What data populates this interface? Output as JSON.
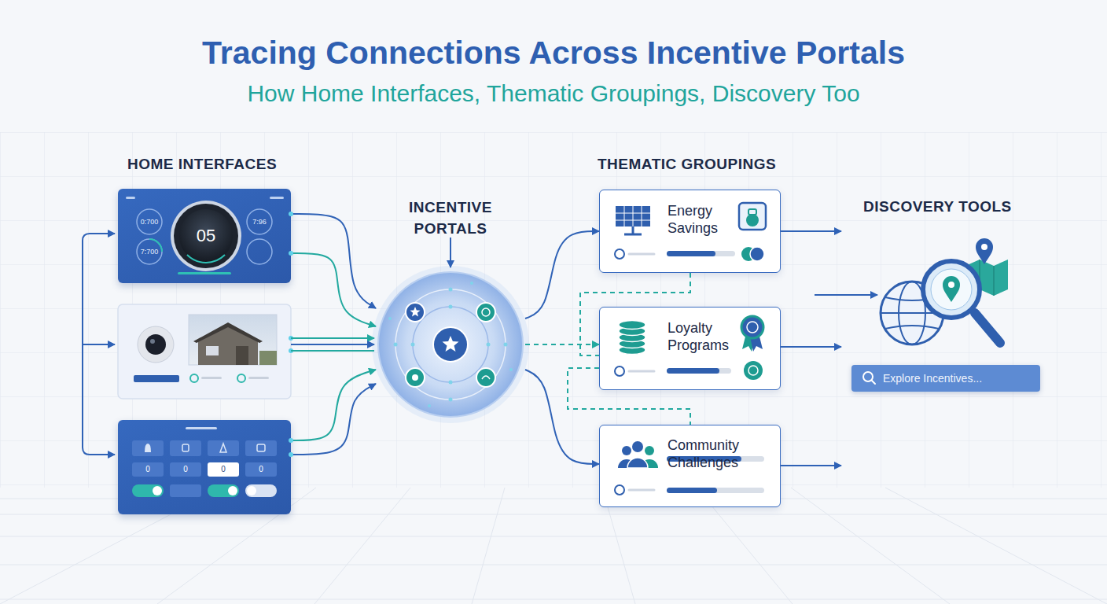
{
  "diagram": {
    "title": "Tracing Connections Across Incentive Portals",
    "nodes": [
      {
        "text": [
          "05",
          "0:700",
          "7:96",
          "7:700"
        ]
      },
      {
        "text": [
          "0",
          "0",
          "0",
          "0"
        ]
      },
      {
        "text": [
          "INCENTIVE PORTALS"
        ]
      },
      {
        "text": [
          "Energy Savings"
        ]
      },
      {
        "text": [
          "Loyalty Programs"
        ]
      },
      {
        "text": [
          "Community Challenges"
        ]
      },
      {
        "text": [
          "DISCOVERY TOOLS"
        ]
      },
      {
        "text": [
          "Explore Incentives..."
        ],
        "in": 6
      }
    ],
    "edges": [
      {
        "from": 0,
        "to": 2,
        "arrow": "to"
      },
      {
        "from": 0,
        "to": 2,
        "arrow": "to"
      },
      {
        "from": 1,
        "to": 2,
        "arrow": "to"
      },
      {
        "from": 1,
        "to": 2,
        "arrow": "to"
      },
      {
        "from": 2,
        "to": 3,
        "arrow": "to"
      },
      {
        "from": 2,
        "to": 4,
        "arrow": "to"
      },
      {
        "from": 2,
        "to": 5,
        "arrow": "to"
      },
      {
        "from": 3,
        "to": 4,
        "arrow": "none"
      },
      {
        "from": 4,
        "to": 5,
        "arrow": "none"
      },
      {
        "from": 3,
        "to": 6,
        "arrow": "to"
      },
      {
        "from": 4,
        "to": 6,
        "arrow": "to"
      },
      {
        "from": 5,
        "to": 6,
        "arrow": "to"
      }
    ],
    "labels": [
      "How Home Interfaces, Thematic Groupings, Discovery Too",
      "HOME INTERFACES",
      "THEMATIC GROUPINGS"
    ]
  }
}
